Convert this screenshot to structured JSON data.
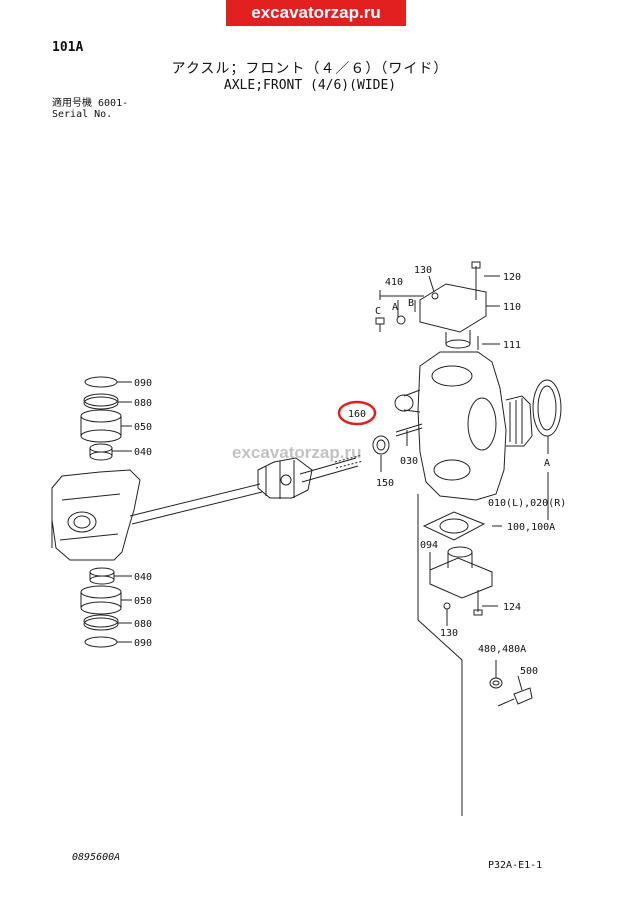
{
  "watermark": {
    "top": "excavatorzap.ru",
    "middle": "excavatorzap.ru"
  },
  "header": {
    "page_code": "101A",
    "title_jp": "アクスル；フロント（４／６）（ワイド）",
    "title_en": "AXLE;FRONT (4/6)(WIDE)",
    "serial_jp": "適用号機 6001-",
    "serial_en": "Serial No."
  },
  "callouts": {
    "c090a": "090",
    "c080a": "080",
    "c050a": "050",
    "c040a": "040",
    "c040b": "040",
    "c050b": "050",
    "c080b": "080",
    "c090b": "090",
    "c410": "410",
    "c130a": "130",
    "cA1": "A",
    "cB": "B",
    "cC": "C",
    "c120": "120",
    "c110": "110",
    "c111": "111",
    "c160": "160",
    "c030": "030",
    "c150": "150",
    "cA2": "A",
    "c010": "010(L),020(R)",
    "c100": "100,100A",
    "c094": "094",
    "c124": "124",
    "c130b": "130",
    "c480": "480,480A",
    "c500": "500"
  },
  "highlight_color": "#e32020",
  "footer": {
    "left": "0895600A",
    "right": "P32A-E1-1"
  }
}
